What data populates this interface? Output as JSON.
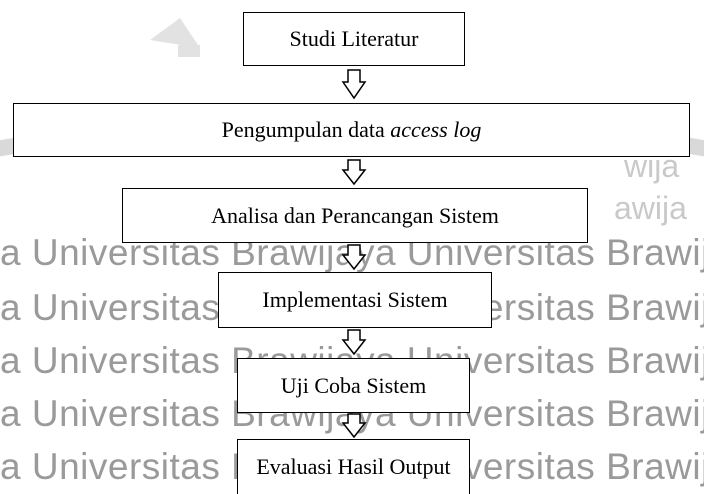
{
  "watermark": {
    "line_text": "a   Universitas Brawijaya   Universitas Brawijaya",
    "frag_1": "ija",
    "frag_2": "wija",
    "frag_3": "awija"
  },
  "steps": [
    {
      "label": "Studi Literatur"
    },
    {
      "label": "Pengumpulan data ",
      "label_italic": "access log"
    },
    {
      "label": "Analisa dan Perancangan Sistem"
    },
    {
      "label": "Implementasi Sistem"
    },
    {
      "label": "Uji Coba Sistem"
    },
    {
      "label": "Evaluasi Hasil Output"
    }
  ],
  "colors": {
    "border": "#000000",
    "watermark": "#9a9a9a"
  }
}
